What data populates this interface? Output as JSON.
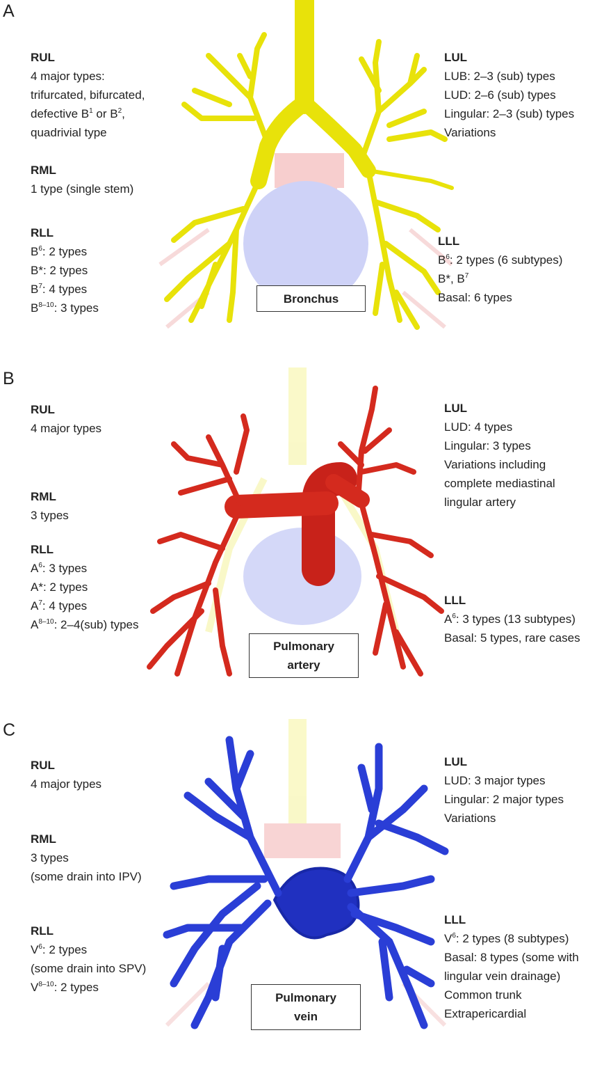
{
  "panel_a": {
    "letter": "A",
    "structure_label": "Bronchus",
    "colors": {
      "main": "#e8e20a",
      "dark": "#a8a400"
    },
    "right": [
      {
        "head": "RUL",
        "lines": [
          [
            {
              "t": "4 major types:"
            }
          ],
          [
            {
              "t": "trifurcated, bifurcated,"
            }
          ],
          [
            {
              "t": "defective B"
            },
            {
              "sup": "1"
            },
            {
              "t": " or B"
            },
            {
              "sup": "2"
            },
            {
              "t": ","
            }
          ],
          [
            {
              "t": "quadrivial type"
            }
          ]
        ]
      },
      {
        "head": "RML",
        "lines": [
          [
            {
              "t": "1 type (single stem)"
            }
          ]
        ]
      },
      {
        "head": "RLL",
        "lines": [
          [
            {
              "t": "B"
            },
            {
              "sup": "6"
            },
            {
              "t": ": 2 types"
            }
          ],
          [
            {
              "t": "B*: 2 types"
            }
          ],
          [
            {
              "t": "B"
            },
            {
              "sup": "7"
            },
            {
              "t": ": 4 types"
            }
          ],
          [
            {
              "t": "B"
            },
            {
              "sup": "8–10"
            },
            {
              "t": ": 3 types"
            }
          ]
        ]
      }
    ],
    "left": [
      {
        "head": "LUL",
        "lines": [
          [
            {
              "t": "LUB: 2–3 (sub) types"
            }
          ],
          [
            {
              "t": "LUD: 2–6 (sub) types"
            }
          ],
          [
            {
              "t": "Lingular: 2–3 (sub) types"
            }
          ],
          [
            {
              "t": "Variations"
            }
          ]
        ]
      },
      {
        "head": "LLL",
        "lines": [
          [
            {
              "t": "B"
            },
            {
              "sup": "6"
            },
            {
              "t": ": 2 types (6 subtypes)"
            }
          ],
          [
            {
              "t": "B*, B"
            },
            {
              "sup": "7"
            }
          ],
          [
            {
              "t": "Basal: 6 types"
            }
          ]
        ]
      }
    ]
  },
  "panel_b": {
    "letter": "B",
    "structure_label": "Pulmonary artery",
    "colors": {
      "main": "#d42a1e",
      "dark": "#8e1510"
    },
    "right": [
      {
        "head": "RUL",
        "lines": [
          [
            {
              "t": "4 major types"
            }
          ]
        ]
      },
      {
        "head": "RML",
        "lines": [
          [
            {
              "t": "3 types"
            }
          ]
        ]
      },
      {
        "head": "RLL",
        "lines": [
          [
            {
              "t": "A"
            },
            {
              "sup": "6"
            },
            {
              "t": ": 3 types"
            }
          ],
          [
            {
              "t": "A*: 2 types"
            }
          ],
          [
            {
              "t": "A"
            },
            {
              "sup": "7"
            },
            {
              "t": ": 4 types"
            }
          ],
          [
            {
              "t": "A"
            },
            {
              "sup": "8–10"
            },
            {
              "t": ": 2–4(sub) types"
            }
          ]
        ]
      }
    ],
    "left": [
      {
        "head": "LUL",
        "lines": [
          [
            {
              "t": "LUD: 4 types"
            }
          ],
          [
            {
              "t": "Lingular: 3 types"
            }
          ],
          [
            {
              "t": "Variations including"
            }
          ],
          [
            {
              "t": "complete mediastinal"
            }
          ],
          [
            {
              "t": "lingular artery"
            }
          ]
        ]
      },
      {
        "head": "LLL",
        "lines": [
          [
            {
              "t": "A"
            },
            {
              "sup": "6"
            },
            {
              "t": ": 3 types (13 subtypes)"
            }
          ],
          [
            {
              "t": "Basal: 5 types, rare cases"
            }
          ]
        ]
      }
    ]
  },
  "panel_c": {
    "letter": "C",
    "structure_label": "Pulmonary vein",
    "colors": {
      "main": "#2a3ed6",
      "dark": "#16228a"
    },
    "right": [
      {
        "head": "RUL",
        "lines": [
          [
            {
              "t": "4 major types"
            }
          ]
        ]
      },
      {
        "head": "RML",
        "lines": [
          [
            {
              "t": "3 types"
            }
          ],
          [
            {
              "t": "(some drain into IPV)"
            }
          ]
        ]
      },
      {
        "head": "RLL",
        "lines": [
          [
            {
              "t": "V"
            },
            {
              "sup": "6"
            },
            {
              "t": ": 2 types"
            }
          ],
          [
            {
              "t": "(some drain into SPV)"
            }
          ],
          [
            {
              "t": "V"
            },
            {
              "sup": "8–10"
            },
            {
              "t": ": 2 types"
            }
          ]
        ]
      }
    ],
    "left": [
      {
        "head": "LUL",
        "lines": [
          [
            {
              "t": "LUD: 3 major types"
            }
          ],
          [
            {
              "t": "Lingular: 2 major types"
            }
          ],
          [
            {
              "t": "Variations"
            }
          ]
        ]
      },
      {
        "head": "LLL",
        "lines": [
          [
            {
              "t": "V"
            },
            {
              "sup": "6"
            },
            {
              "t": ": 2 types (8 subtypes)"
            }
          ],
          [
            {
              "t": "Basal: 8 types (some with"
            }
          ],
          [
            {
              "t": "lingular vein drainage)"
            }
          ],
          [
            {
              "t": "Common trunk"
            }
          ],
          [
            {
              "t": "Extrapericardial"
            }
          ]
        ]
      }
    ]
  }
}
